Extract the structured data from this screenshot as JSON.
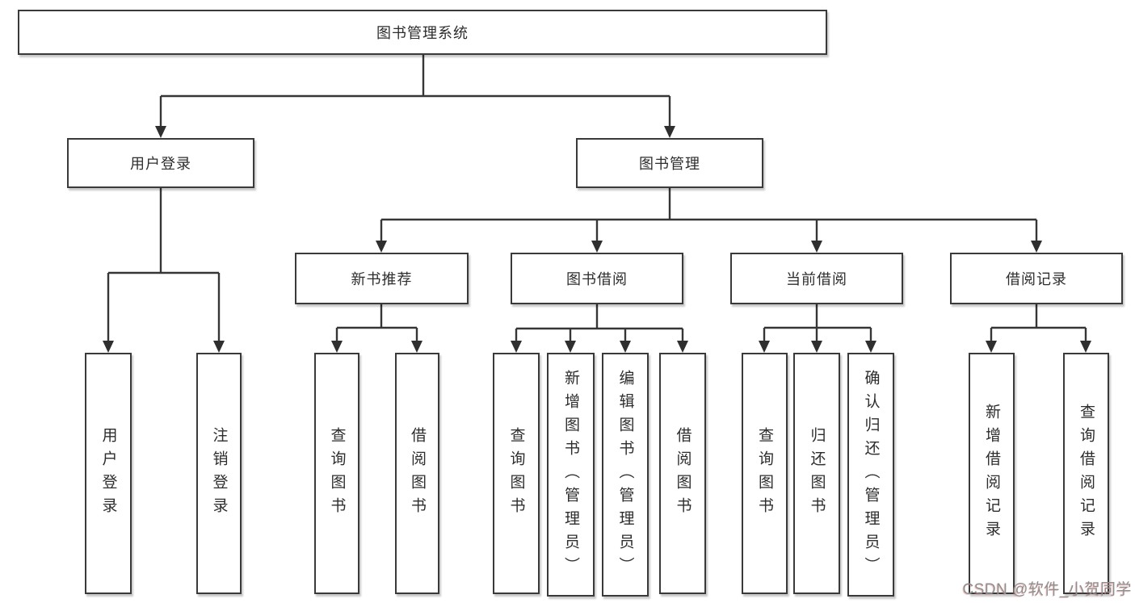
{
  "watermark": "CSDN @软件_小贺同学",
  "colors": {
    "line": "#363636",
    "box_border": "#3a3a3a",
    "text": "#2d2d2d",
    "watermark": "#8f8f8f",
    "background": "#ffffff"
  },
  "tree": {
    "label": "图书管理系统",
    "children": [
      {
        "label": "用户登录",
        "children": [
          {
            "label": "用户登录"
          },
          {
            "label": "注销登录"
          }
        ]
      },
      {
        "label": "图书管理",
        "children": [
          {
            "label": "新书推荐",
            "children": [
              {
                "label": "查询图书"
              },
              {
                "label": "借阅图书"
              }
            ]
          },
          {
            "label": "图书借阅",
            "children": [
              {
                "label": "查询图书"
              },
              {
                "label": "新增图书（管理员）"
              },
              {
                "label": "编辑图书（管理员）"
              },
              {
                "label": "借阅图书"
              }
            ]
          },
          {
            "label": "当前借阅",
            "children": [
              {
                "label": "查询图书"
              },
              {
                "label": "归还图书"
              },
              {
                "label": "确认归还（管理员）"
              }
            ]
          },
          {
            "label": "借阅记录",
            "children": [
              {
                "label": "新增借阅记录"
              },
              {
                "label": "查询借阅记录"
              }
            ]
          }
        ]
      }
    ]
  }
}
